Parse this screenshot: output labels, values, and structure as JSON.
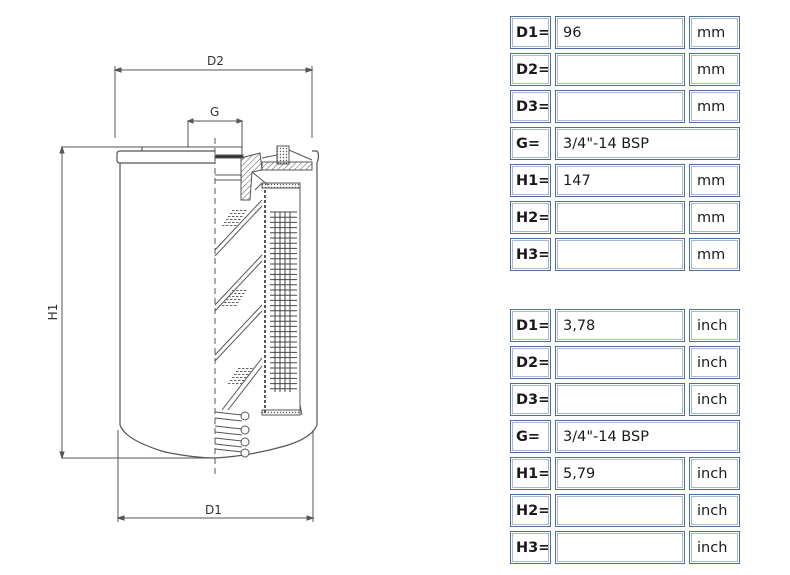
{
  "drawing": {
    "title": "Filter cross-section technical drawing",
    "dimension_labels": {
      "D1": "D1",
      "D2": "D2",
      "G": "G",
      "H1": "H1"
    }
  },
  "tables": [
    {
      "name": "metric",
      "rows": [
        {
          "label": "D1=",
          "value": "96",
          "unit": "mm"
        },
        {
          "label": "D2=",
          "value": "",
          "unit": "mm"
        },
        {
          "label": "D3=",
          "value": "",
          "unit": "mm"
        },
        {
          "label": "G=",
          "value": "3/4\"-14 BSP",
          "unit": null
        },
        {
          "label": "H1=",
          "value": "147",
          "unit": "mm"
        },
        {
          "label": "H2=",
          "value": "",
          "unit": "mm"
        },
        {
          "label": "H3=",
          "value": "",
          "unit": "mm"
        }
      ]
    },
    {
      "name": "imperial",
      "rows": [
        {
          "label": "D1=",
          "value": "3,78",
          "unit": "inch"
        },
        {
          "label": "D2=",
          "value": "",
          "unit": "inch"
        },
        {
          "label": "D3=",
          "value": "",
          "unit": "inch"
        },
        {
          "label": "G=",
          "value": "3/4\"-14 BSP",
          "unit": null
        },
        {
          "label": "H1=",
          "value": "5,79",
          "unit": "inch"
        },
        {
          "label": "H2=",
          "value": "",
          "unit": "inch"
        },
        {
          "label": "H3=",
          "value": "",
          "unit": "inch"
        }
      ]
    }
  ],
  "colors": {
    "cell_border": "#4f6f9a",
    "line": "#555555"
  }
}
